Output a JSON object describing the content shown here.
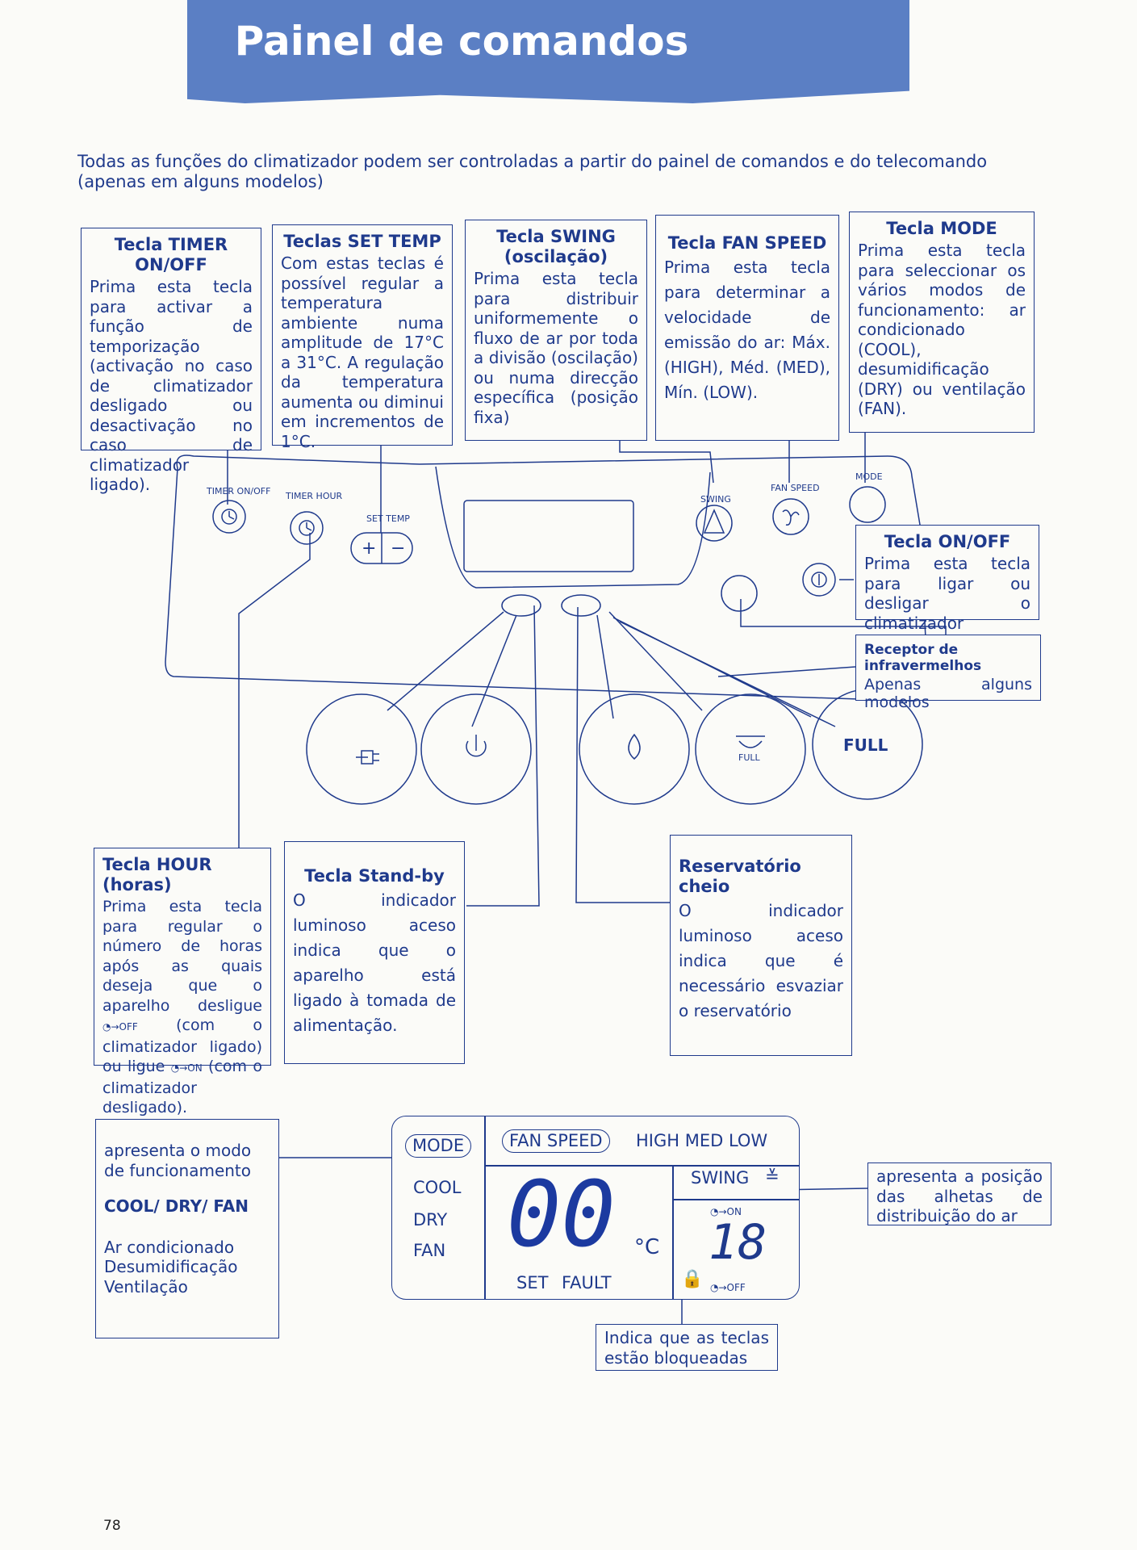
{
  "title": "Painel de comandos",
  "intro": "Todas as funções do climatizador podem ser controladas a partir do painel de comandos e do telecomando (apenas em alguns modelos)",
  "boxes": {
    "timer": {
      "title": "Tecla TIMER ON/OFF",
      "text": "Prima esta tecla para activar a função de temporização (activação no caso de climatizador desligado ou desactivação no caso de climatizador ligado)."
    },
    "set_temp": {
      "title": "Teclas SET TEMP",
      "text": "Com estas teclas é possível regular a temperatura ambiente numa amplitude de 17°C a 31°C. A regulação da temperatura aumenta ou diminui em incrementos de 1°C."
    },
    "swing": {
      "title": "Tecla SWING (oscilação)",
      "text": "Prima esta tecla para distribuir uniformemente o fluxo de ar por toda a divisão (oscilação) ou numa direcção específica (posição fixa)"
    },
    "fan_speed": {
      "title": "Tecla FAN SPEED",
      "text": "Prima esta tecla para determinar a velocidade de emissão do ar: Máx. (HIGH), Méd. (MED), Mín. (LOW)."
    },
    "mode": {
      "title": "Tecla MODE",
      "text": "Prima esta tecla para seleccionar os vários modos de funcionamento: ar condicionado (COOL), desumidificação (DRY) ou ventilação (FAN)."
    },
    "onoff": {
      "title": "Tecla ON/OFF",
      "text": "Prima esta tecla para ligar ou desligar o climatizador"
    },
    "receiver": {
      "title": "Receptor de infravermelhos",
      "text": "Apenas alguns modelos"
    },
    "hour": {
      "title": "Tecla HOUR (horas)",
      "text_a": "Prima esta tecla para regular o número de horas após as quais deseja que o aparelho desligue",
      "off_tag": "OFF",
      "text_b": "(com o climatizador ligado) ou ligue",
      "on_tag": "ON",
      "text_c": "(com o climatizador desligado)."
    },
    "standby": {
      "title": "Tecla Stand-by",
      "text": "O indicador luminoso aceso indica que o aparelho está ligado à tomada de alimentação."
    },
    "full": {
      "title": "Reservatório cheio",
      "text": "O indicador luminoso aceso indica que é necessário esvaziar o reservatório"
    },
    "mode_display": {
      "text": "apresenta o modo de funcionamento",
      "modes": "COOL/ DRY/ FAN",
      "l1": "Ar condicionado",
      "l2": "Desumidificação",
      "l3": "Ventilação"
    },
    "swing_display": {
      "text": "apresenta a posição das alhetas de distribuição do ar"
    },
    "lock": {
      "text": "Indica que as teclas estão bloqueadas"
    }
  },
  "panel": {
    "timer_onoff": "TIMER ON/OFF",
    "timer_hour": "TIMER HOUR",
    "set_temp": "SET TEMP",
    "plus": "+",
    "minus": "−",
    "swing": "SWING",
    "fan_speed": "FAN SPEED",
    "mode": "MODE",
    "full_icon_label": "FULL",
    "full_label": "FULL"
  },
  "lcd": {
    "mode": "MODE",
    "fan_speed": "FAN SPEED",
    "speeds": "HIGH MED LOW",
    "cool": "COOL",
    "dry": "DRY",
    "fan": "FAN",
    "digits": "00",
    "unit": "°C",
    "set": "SET",
    "fault": "FAULT",
    "swing": "SWING",
    "on": "ON",
    "timer_digits": "18",
    "off": "OFF"
  },
  "page_number": "78"
}
